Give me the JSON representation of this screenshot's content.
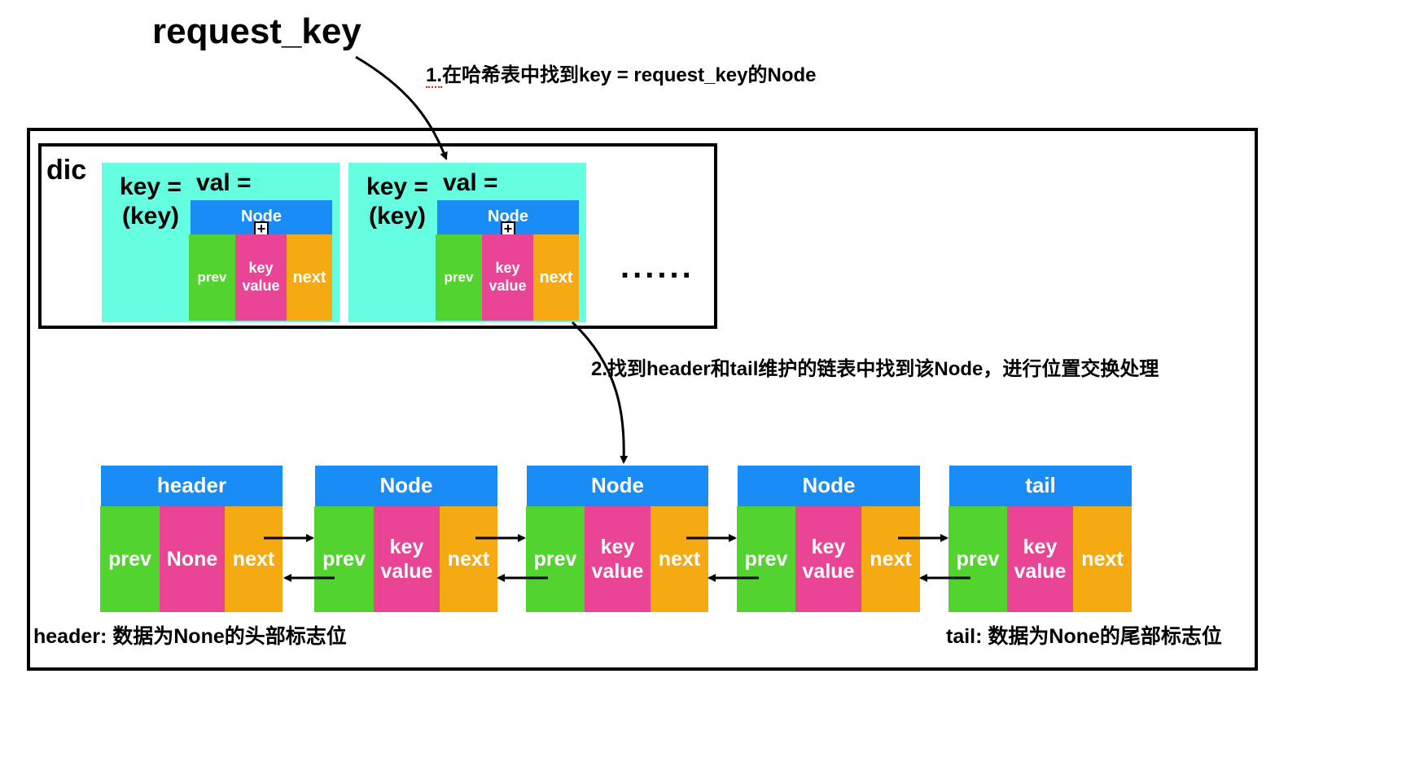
{
  "request_key": "request_key",
  "step1": {
    "num": "1.",
    "text": "在哈希表中找到key = request_key的Node"
  },
  "step2": "2.找到header和tail维护的链表中找到该Node，进行位置交换处理",
  "dic": {
    "label": "dic",
    "entries": [
      {
        "key_line1": "key =",
        "key_line2": "(key)",
        "val_label": "val =",
        "node_label": "Node",
        "prev": "prev",
        "key": "key",
        "value": "value",
        "next": "next"
      },
      {
        "key_line1": "key =",
        "key_line2": "(key)",
        "val_label": "val =",
        "node_label": "Node",
        "prev": "prev",
        "key": "key",
        "value": "value",
        "next": "next"
      }
    ],
    "ellipsis": "......"
  },
  "list": [
    {
      "title": "header",
      "prev": "prev",
      "mid1": "None",
      "mid2": "",
      "next": "next"
    },
    {
      "title": "Node",
      "prev": "prev",
      "mid1": "key",
      "mid2": "value",
      "next": "next"
    },
    {
      "title": "Node",
      "prev": "prev",
      "mid1": "key",
      "mid2": "value",
      "next": "next"
    },
    {
      "title": "Node",
      "prev": "prev",
      "mid1": "key",
      "mid2": "value",
      "next": "next"
    },
    {
      "title": "tail",
      "prev": "prev",
      "mid1": "key",
      "mid2": "value",
      "next": "next"
    }
  ],
  "header_note": "header: 数据为None的头部标志位",
  "tail_note": "tail: 数据为None的尾部标志位",
  "colors": {
    "prev": "#52d32f",
    "data": "#ea4494",
    "next": "#f6aa11",
    "title": "#1a8cf5",
    "entry_bg": "#66fee1"
  }
}
